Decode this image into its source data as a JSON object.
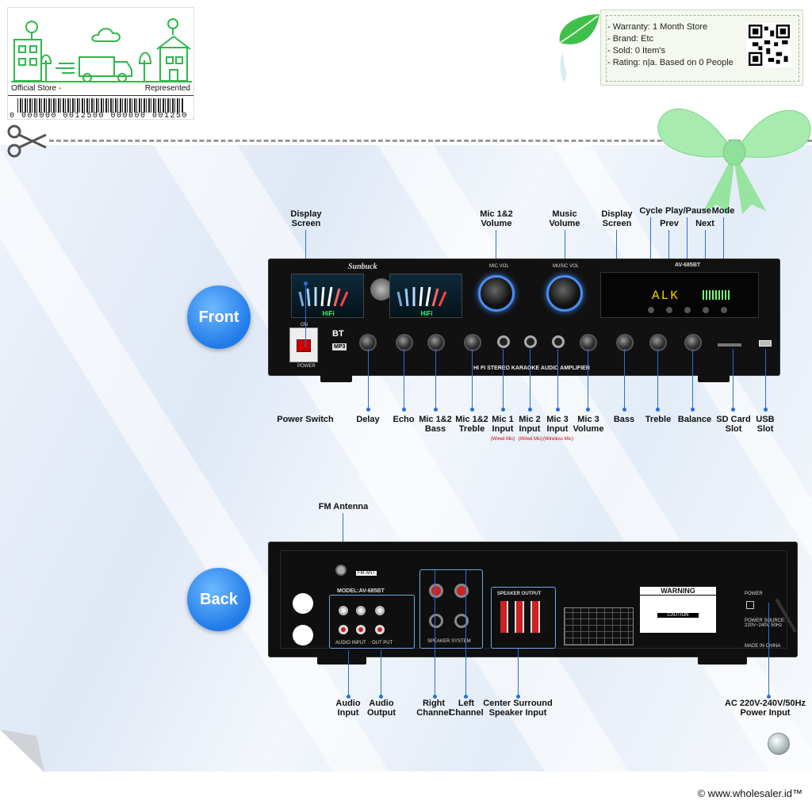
{
  "store": {
    "left_label": "Official Store -",
    "right_label": "Represented",
    "barcode_number": "0 000000 0012500 000000 001250"
  },
  "info": {
    "lines": [
      "- Warranty: 1 Month Store",
      "- Brand: Etc",
      "- Sold: 0 Item's",
      "- Rating: n|a. Based on 0 People"
    ]
  },
  "bubbles": {
    "front": "Front",
    "back": "Back"
  },
  "front_panel": {
    "brand": "Sunbuck",
    "model": "AV-685BT",
    "bar_text": "HI FI STEREO KARAOKE AUDIO AMPLIFIER",
    "mic_vol": "MIC VOL",
    "music_vol": "MUSIC VOL",
    "hifi": "HiFi",
    "bt": "BT",
    "mp3": "MP3",
    "display": "ALK",
    "power_small": "POWER",
    "on_small": "ON"
  },
  "front_labels_top": {
    "display_screen_l": "Display\nScreen",
    "mic12_volume": "Mic 1&2\nVolume",
    "music_volume": "Music\nVolume",
    "display_screen_r": "Display\nScreen",
    "cycle": "Cycle",
    "play_pause": "Play/Pause",
    "mode": "Mode",
    "prev": "Prev",
    "next": "Next"
  },
  "front_labels_bottom": {
    "power_switch": "Power Switch",
    "delay": "Delay",
    "echo": "Echo",
    "mic12_bass": "Mic 1&2\nBass",
    "mic12_treble": "Mic 1&2\nTreble",
    "mic1_input": "Mic 1\nInput",
    "mic2_input": "Mic 2\nInput",
    "mic3_input": "Mic 3\nInput",
    "mic3_volume": "Mic 3\nVolume",
    "bass": "Bass",
    "treble": "Treble",
    "balance": "Balance",
    "sd_card_slot": "SD Card\nSlot",
    "usb_slot": "USB\nSlot",
    "wired_mic_1": "(Wired Mic)",
    "wired_mic_2": "(Wired Mic)",
    "wireless_mic": "(Wireless Mic)"
  },
  "back_panel": {
    "model": "MODEL:AV-685BT",
    "fm_ant": "FM ANT",
    "audio_input": "AUDIO INPUT",
    "output": "OUT PUT",
    "speaker": "SPEAKER SYSTEM",
    "speaker_output": "SPEAKER OUTPUT",
    "warning": "WARNING",
    "caution": "CAUTION",
    "power": "POWER",
    "power_source": "POWER SOURCE:\n220V~240V 50Hz",
    "made_in": "MADE IN CHINA"
  },
  "back_labels": {
    "fm_antenna": "FM Antenna",
    "audio_input": "Audio\nInput",
    "audio_output": "Audio\nOutput",
    "right_channel": "Right\nChannel",
    "left_channel": "Left\nChannel",
    "center_surround": "Center Surround\nSpeaker Input",
    "ac_power": "AC 220V-240V/50Hz\nPower Input"
  },
  "copyright": "© www.wholesaler.id™",
  "colors": {
    "accent": "#1f7be8",
    "green": "#2fb84a",
    "line": "#2a6fd6"
  }
}
